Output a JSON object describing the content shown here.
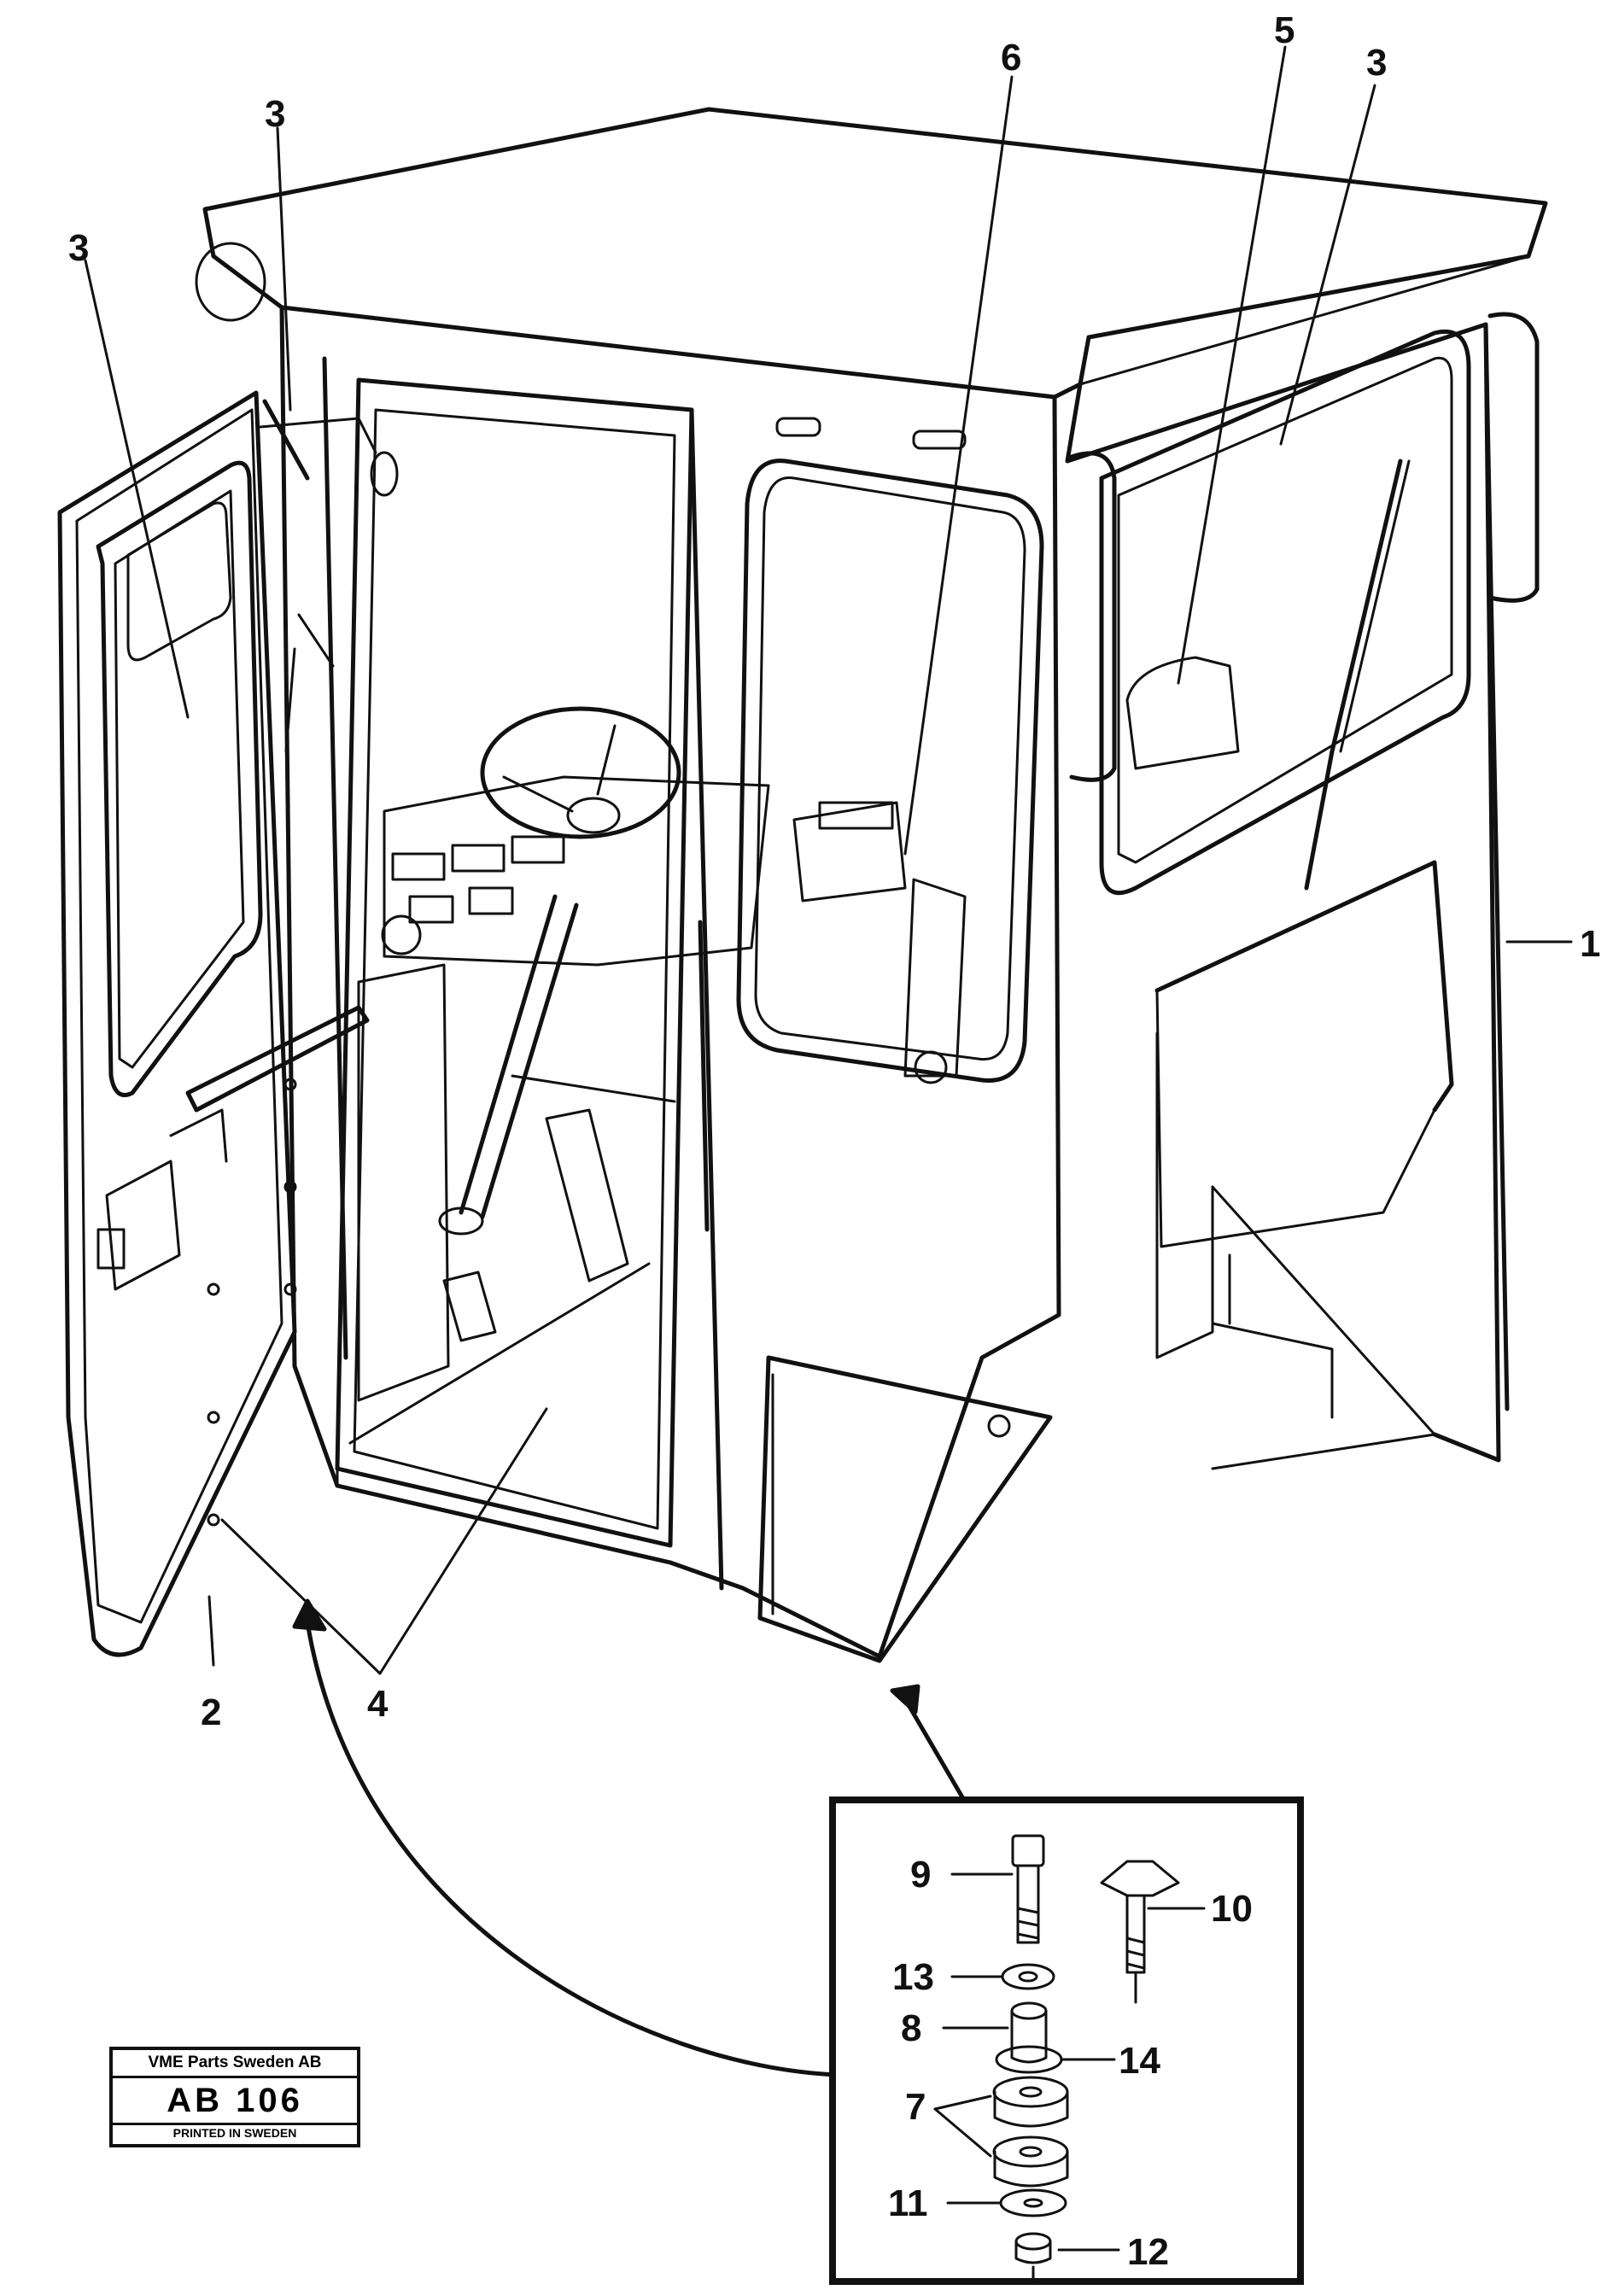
{
  "callouts": {
    "c1": "1",
    "c2": "2",
    "c3a": "3",
    "c3b": "3",
    "c3c": "3",
    "c4": "4",
    "c5": "5",
    "c6": "6",
    "c7": "7",
    "c8": "8",
    "c9": "9",
    "c10": "10",
    "c11": "11",
    "c12": "12",
    "c13": "13",
    "c14": "14"
  },
  "stamp": {
    "company": "VME Parts Sweden AB",
    "code": "AB 106",
    "printed": "PRINTED IN SWEDEN"
  }
}
